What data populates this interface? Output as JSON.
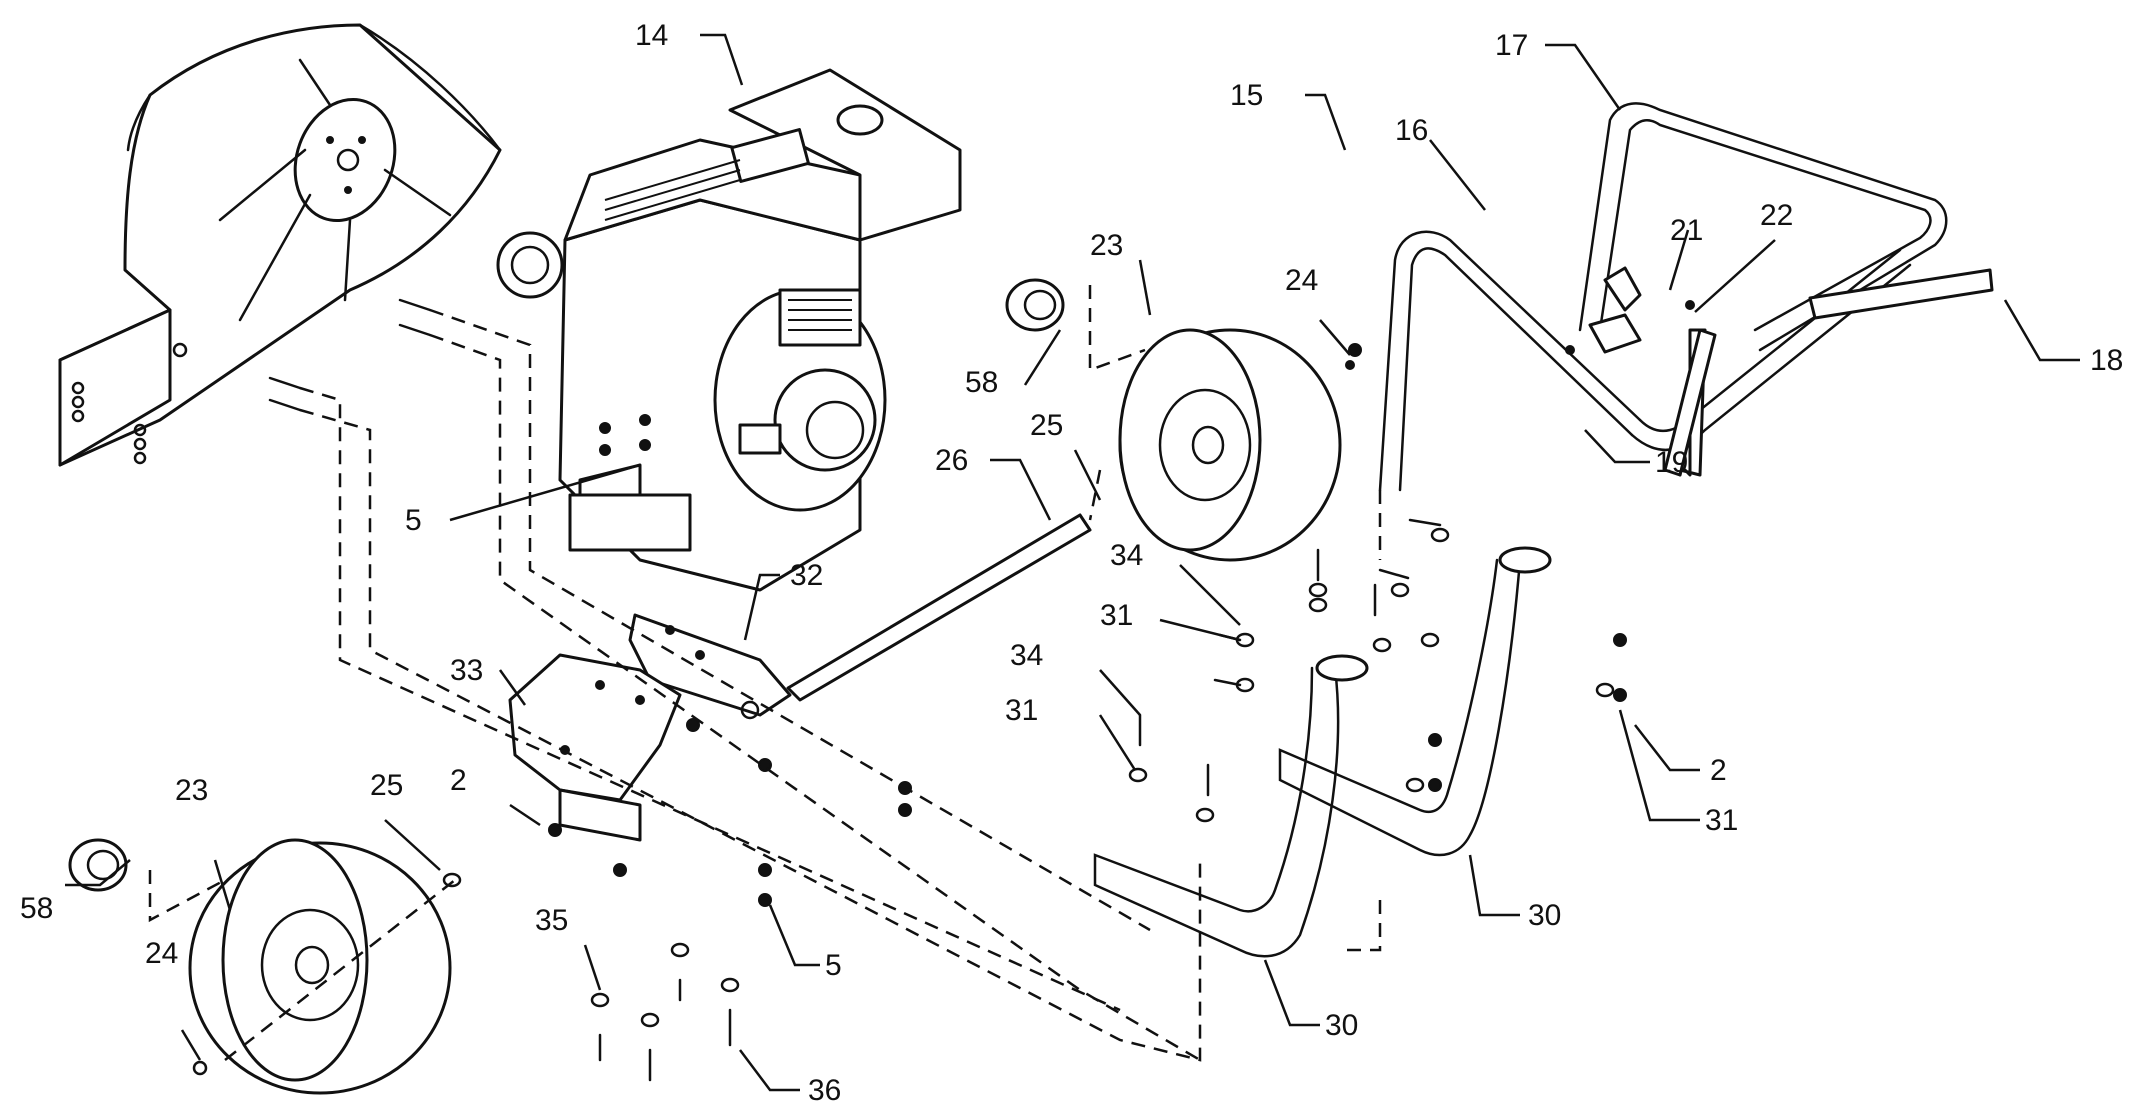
{
  "callouts": [
    {
      "id": "c14a",
      "text": "14"
    },
    {
      "id": "c15",
      "text": "15"
    },
    {
      "id": "c16",
      "text": "16"
    },
    {
      "id": "c17",
      "text": "17"
    },
    {
      "id": "c18",
      "text": "18"
    },
    {
      "id": "c19",
      "text": "19"
    },
    {
      "id": "c21",
      "text": "21"
    },
    {
      "id": "c22",
      "text": "22"
    },
    {
      "id": "c23a",
      "text": "23"
    },
    {
      "id": "c24a",
      "text": "24"
    },
    {
      "id": "c58a",
      "text": "58"
    },
    {
      "id": "c25a",
      "text": "25"
    },
    {
      "id": "c26",
      "text": "26"
    },
    {
      "id": "c5a",
      "text": "5"
    },
    {
      "id": "c32",
      "text": "32"
    },
    {
      "id": "c33",
      "text": "33"
    },
    {
      "id": "c34a",
      "text": "34"
    },
    {
      "id": "c31a",
      "text": "31"
    },
    {
      "id": "c34b",
      "text": "34"
    },
    {
      "id": "c31b",
      "text": "31"
    },
    {
      "id": "c2a",
      "text": "2"
    },
    {
      "id": "c31c",
      "text": "31"
    },
    {
      "id": "c2b",
      "text": "2"
    },
    {
      "id": "c23b",
      "text": "23"
    },
    {
      "id": "c25b",
      "text": "25"
    },
    {
      "id": "c58b",
      "text": "58"
    },
    {
      "id": "c24b",
      "text": "24"
    },
    {
      "id": "c35",
      "text": "35"
    },
    {
      "id": "c5b",
      "text": "5"
    },
    {
      "id": "c36",
      "text": "36"
    },
    {
      "id": "c30a",
      "text": "30"
    },
    {
      "id": "c30b",
      "text": "30"
    }
  ],
  "parts": [
    "blower-housing",
    "engine",
    "wheel-left",
    "wheel-right",
    "axle",
    "wheel-hub-cap-left",
    "wheel-hub-cap-right",
    "engine-mount-bracket",
    "engine-base-plate",
    "handle-upper",
    "handle-lower-left",
    "handle-lower-right",
    "handle-grip-left",
    "handle-grip-right",
    "throttle-lever",
    "frame-leg-front",
    "frame-leg-rear",
    "fasteners"
  ]
}
